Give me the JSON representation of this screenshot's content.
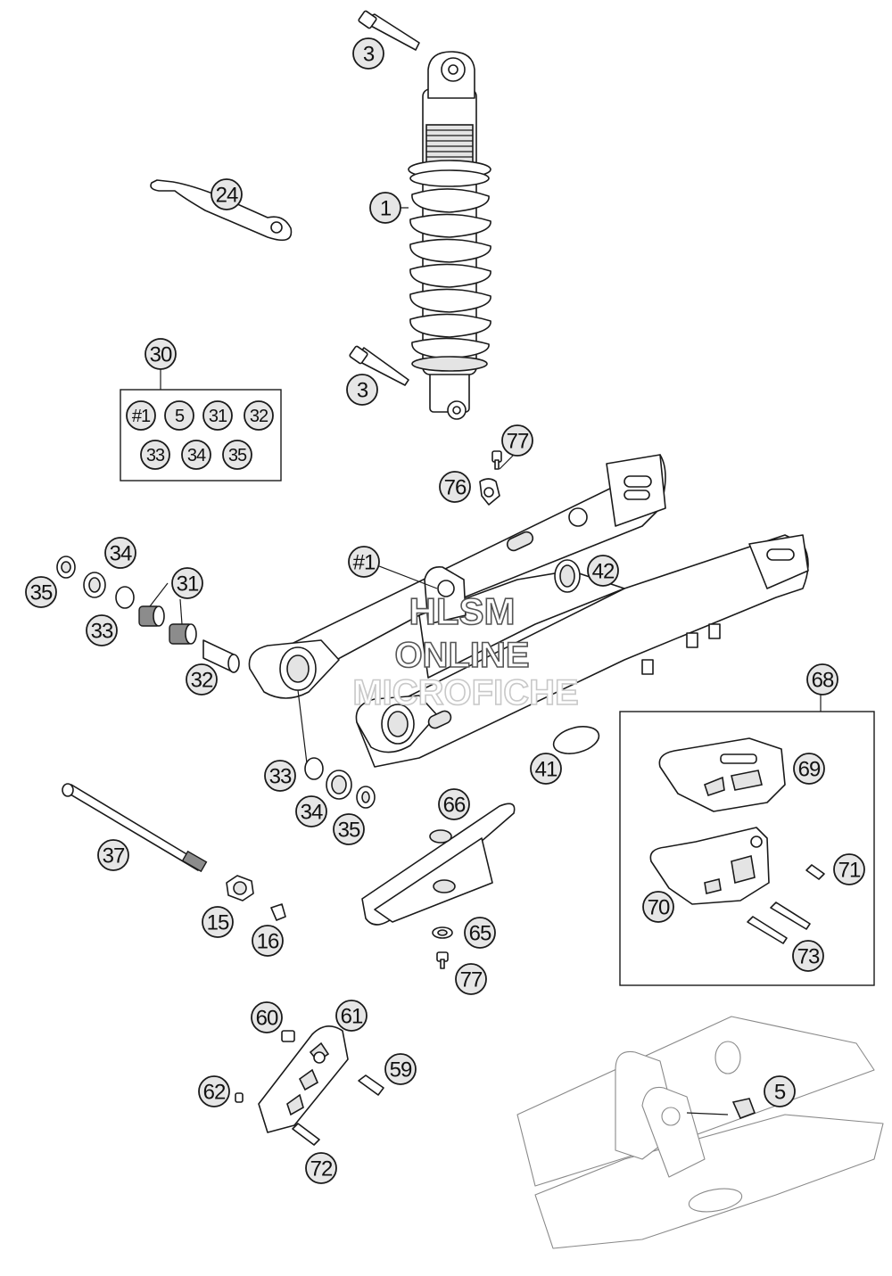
{
  "callouts": [
    {
      "id": "3a",
      "label": "3"
    },
    {
      "id": "24",
      "label": "24"
    },
    {
      "id": "1",
      "label": "1"
    },
    {
      "id": "30",
      "label": "30"
    },
    {
      "id": "3b",
      "label": "3"
    },
    {
      "id": "k1",
      "label": "#1"
    },
    {
      "id": "k5",
      "label": "5"
    },
    {
      "id": "k31",
      "label": "31"
    },
    {
      "id": "k32",
      "label": "32"
    },
    {
      "id": "k33",
      "label": "33"
    },
    {
      "id": "k34",
      "label": "34"
    },
    {
      "id": "k35",
      "label": "35"
    },
    {
      "id": "77a",
      "label": "77"
    },
    {
      "id": "76",
      "label": "76"
    },
    {
      "id": "34a",
      "label": "34"
    },
    {
      "id": "35a",
      "label": "35"
    },
    {
      "id": "31",
      "label": "31"
    },
    {
      "id": "33a",
      "label": "33"
    },
    {
      "id": "32",
      "label": "32"
    },
    {
      "id": "s1",
      "label": "#1"
    },
    {
      "id": "42",
      "label": "42"
    },
    {
      "id": "68",
      "label": "68"
    },
    {
      "id": "33b",
      "label": "33"
    },
    {
      "id": "34b",
      "label": "34"
    },
    {
      "id": "35b",
      "label": "35"
    },
    {
      "id": "41",
      "label": "41"
    },
    {
      "id": "69",
      "label": "69"
    },
    {
      "id": "66",
      "label": "66"
    },
    {
      "id": "37",
      "label": "37"
    },
    {
      "id": "71",
      "label": "71"
    },
    {
      "id": "70",
      "label": "70"
    },
    {
      "id": "65",
      "label": "65"
    },
    {
      "id": "15",
      "label": "15"
    },
    {
      "id": "16",
      "label": "16"
    },
    {
      "id": "73",
      "label": "73"
    },
    {
      "id": "77b",
      "label": "77"
    },
    {
      "id": "60",
      "label": "60"
    },
    {
      "id": "61",
      "label": "61"
    },
    {
      "id": "59",
      "label": "59"
    },
    {
      "id": "62",
      "label": "62"
    },
    {
      "id": "5",
      "label": "5"
    },
    {
      "id": "72",
      "label": "72"
    }
  ],
  "watermark": {
    "line1": "HLSM",
    "line2": "ONLINE",
    "line3": "MICROFICHE"
  }
}
